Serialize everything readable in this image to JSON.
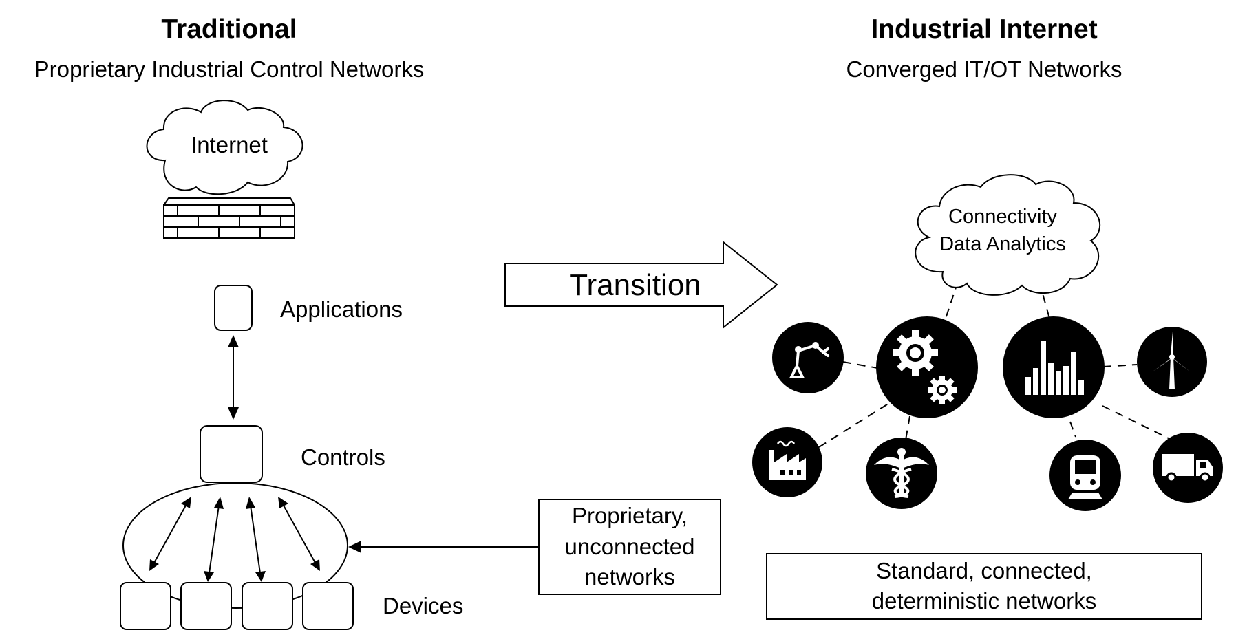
{
  "left": {
    "title": "Traditional",
    "subtitle": "Proprietary Industrial Control Networks",
    "cloud_label": "Internet",
    "applications_label": "Applications",
    "controls_label": "Controls",
    "devices_label": "Devices"
  },
  "right": {
    "title": "Industrial Internet",
    "subtitle": "Converged IT/OT Networks",
    "cloud_line1": "Connectivity",
    "cloud_line2": "Data Analytics",
    "footer_line1": "Standard, connected,",
    "footer_line2": "deterministic networks"
  },
  "transition_label": "Transition",
  "proprietary_box": {
    "line1": "Proprietary,",
    "line2": "unconnected",
    "line3": "networks"
  },
  "icons": [
    "firewall-icon",
    "robot-arm-icon",
    "gears-icon",
    "bar-chart-icon",
    "wind-turbine-icon",
    "factory-icon",
    "caduceus-icon",
    "train-icon",
    "truck-icon"
  ]
}
